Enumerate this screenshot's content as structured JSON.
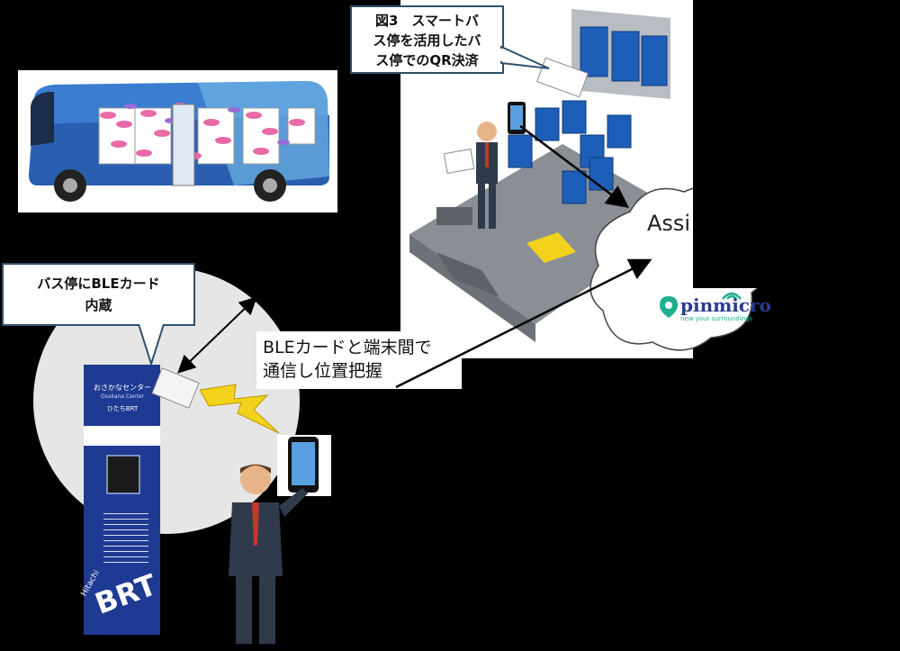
{
  "figure_title": {
    "lines": [
      "図3　スマートバ",
      "ス停を活用したバ",
      "ス停でのQR決済"
    ]
  },
  "ble_callout": {
    "lines": [
      "バス停にBLEカード",
      "内蔵"
    ]
  },
  "comm_label": {
    "lines": [
      "BLEカードと端末間で",
      "通信し位置把握"
    ]
  },
  "cloud": {
    "text": "Assi",
    "logo_text": "pinmicro",
    "logo_tagline": "new your surroundings"
  },
  "bus_stop_sign": {
    "title": "おさかなセンター",
    "subtitle": "Osakana Center",
    "brand": "ひたちBRT",
    "brand_vertical": "Hitachi",
    "logo": "BRT"
  },
  "colors": {
    "background": "#000000",
    "callout_border": "#2f4f6f",
    "sign_blue": "#1f3a93",
    "seat_blue": "#1d5fb8",
    "lightning": "#f2d21b"
  }
}
